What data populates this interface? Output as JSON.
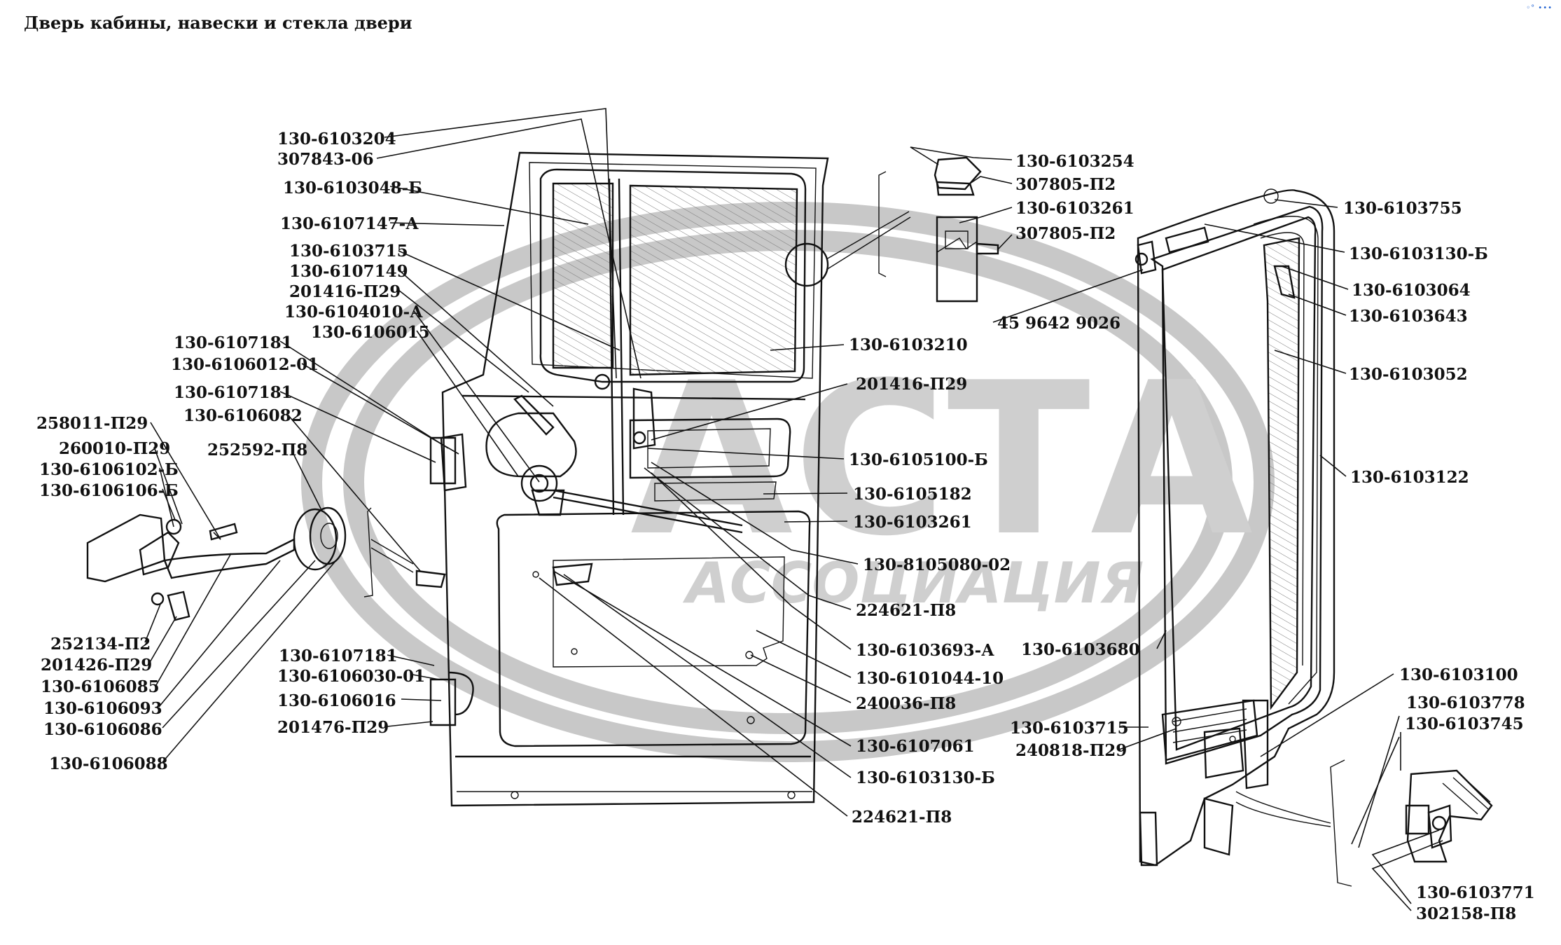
{
  "title": "Дверь кабины, навески и стекла двери",
  "watermark": {
    "main": "АСТА",
    "sub": "АССОЦИАЦИЯ"
  },
  "labels": {
    "l01": "130-6103204",
    "l02": "307843-06",
    "l03": "130-6103048-Б",
    "l04": "130-6107147-А",
    "l05": "130-6103715",
    "l06": "130-6107149",
    "l07": "201416-П29",
    "l08": "130-6104010-А",
    "l09": "130-6106015",
    "l10": "130-6107181",
    "l11": "130-6106012-01",
    "l12": "130-6107181",
    "l13": "130-6106082",
    "l14": "258011-П29",
    "l15": "260010-П29",
    "l16": "130-6106102-Б",
    "l17": "130-6106106-Б",
    "l18": "252592-П8",
    "l19": "252134-П2",
    "l20": "201426-П29",
    "l21": "130-6106085",
    "l22": "130-6106093",
    "l23": "130-6106086",
    "l24": "130-6106088",
    "l25": "130-6107181",
    "l26": "130-6106030-01",
    "l27": "130-6106016",
    "l28": "201476-П29",
    "r01": "130-6103254",
    "r02": "307805-П2",
    "r03": "130-6103261",
    "r04": "307805-П2",
    "r05": "45 9642 9026",
    "r06": "130-6103210",
    "r07": "201416-П29",
    "r08": "130-6105100-Б",
    "r09": "130-6105182",
    "r10": "130-6103261",
    "r11": "130-8105080-02",
    "r12": "224621-П8",
    "r13": "130-6103693-А",
    "r14": "130-6101044-10",
    "r15": "240036-П8",
    "r16": "130-6107061",
    "r17": "130-6103130-Б",
    "r18": "224621-П8",
    "f01": "130-6103755",
    "f02": "130-6103130-Б",
    "f03": "130-6103064",
    "f04": "130-6103643",
    "f05": "130-6103052",
    "f06": "130-6103122",
    "f07": "130-6103680",
    "f08": "130-6103715",
    "f09": "240818-П29",
    "f10": "130-6103100",
    "f11": "130-6103778",
    "f12": "130-6103745",
    "f13": "130-6103771",
    "f14": "302158-П8"
  }
}
